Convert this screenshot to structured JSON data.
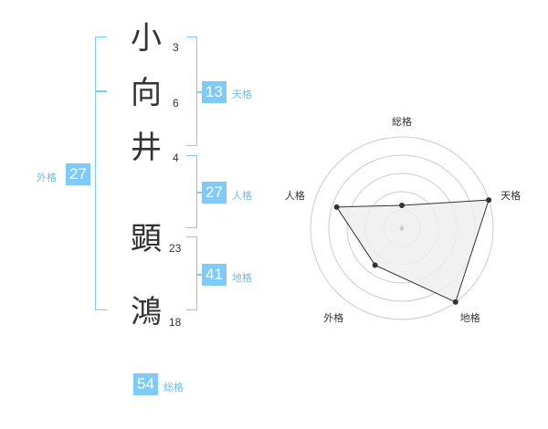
{
  "characters": [
    {
      "char": "小",
      "strokes": "3"
    },
    {
      "char": "向",
      "strokes": "6"
    },
    {
      "char": "井",
      "strokes": "4"
    },
    {
      "char": "顕",
      "strokes": "23"
    },
    {
      "char": "鴻",
      "strokes": "18"
    }
  ],
  "kakusu": {
    "tenkaku": {
      "value": "13",
      "label": "天格"
    },
    "jinkaku": {
      "value": "27",
      "label": "人格"
    },
    "chikaku": {
      "value": "41",
      "label": "地格"
    },
    "gaikaku": {
      "value": "27",
      "label": "外格"
    },
    "soukaku": {
      "value": "54",
      "label": "総格"
    }
  },
  "radar": {
    "axes": [
      "総格",
      "天格",
      "地格",
      "外格",
      "人格"
    ],
    "levels": 5,
    "values": [
      0.25,
      1.0,
      1.0,
      0.5,
      0.75
    ],
    "colors": {
      "fill": "#efefef",
      "stroke": "#333333",
      "grid": "#cccccc",
      "accent": "#7fcbf5"
    }
  }
}
